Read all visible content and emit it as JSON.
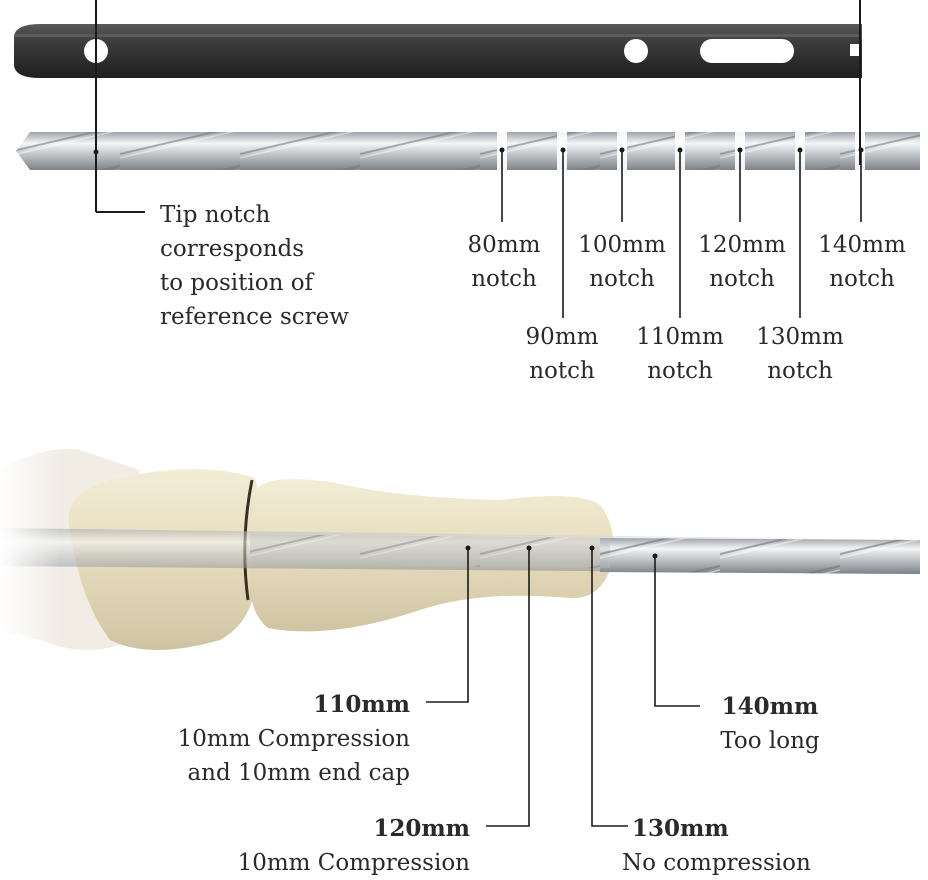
{
  "tip_label": [
    "Tip notch",
    "corresponds",
    "to position of",
    "reference screw"
  ],
  "notch_word": "notch",
  "notches_top": [
    "80mm",
    "100mm",
    "120mm",
    "140mm"
  ],
  "notches_bottom": [
    "90mm",
    "110mm",
    "130mm"
  ],
  "callouts": {
    "c110": {
      "title": "110mm",
      "lines": [
        "10mm Compression",
        "and 10mm end cap"
      ]
    },
    "c140": {
      "title": "140mm",
      "lines": [
        "Too long"
      ]
    },
    "c120": {
      "title": "120mm",
      "lines": [
        "10mm Compression"
      ]
    },
    "c130": {
      "title": "130mm",
      "lines": [
        "No compression"
      ]
    }
  },
  "colors": {
    "nail": "#3a3a3a",
    "drill": "#c9cdd2",
    "bone": "#ece3c8",
    "line": "#1a1a1a"
  }
}
